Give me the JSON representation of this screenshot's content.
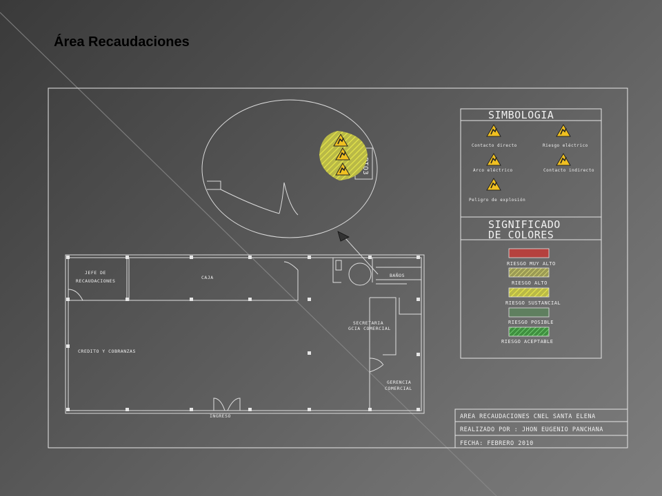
{
  "slide": {
    "title": "Área Recaudaciones"
  },
  "plan": {
    "rooms": {
      "jefe_line1": "JEFE DE",
      "jefe_line2": "RECAUDACIONES",
      "caja": "CAJA",
      "banos": "BAÑOS",
      "secretaria_line1": "SECRETARIA",
      "secretaria_line2": "GCIA COMERCIAL",
      "credito": "CREDITO Y COBRANZAS",
      "gerencia_line1": "GERENCIA",
      "gerencia_line2": "COMERCIAL",
      "ingreso": "INGRESO"
    },
    "detail_tag": "PTO3"
  },
  "legend": {
    "simbologia_title": "SIMBOLOGIA",
    "symbols": [
      {
        "label": "Contacto directo",
        "icon": "direct-contact-icon"
      },
      {
        "label": "Riesgo eléctrico",
        "icon": "electric-risk-icon"
      },
      {
        "label": "Arco eléctrico",
        "icon": "electric-arc-icon"
      },
      {
        "label": "Contacto indirecto",
        "icon": "indirect-contact-icon"
      },
      {
        "label": "Peligro de explosión",
        "icon": "explosion-icon"
      }
    ],
    "significado_line1": "SIGNIFICADO",
    "significado_line2": "DE COLORES",
    "colors": [
      {
        "label": "RIESGO MUY ALTO",
        "color": "#c0504d"
      },
      {
        "label": "RIESGO ALTO",
        "color": "#c9c97a"
      },
      {
        "label": "RIESGO SUSTANCIAL",
        "color": "#d8d86a"
      },
      {
        "label": "RIESGO POSIBLE",
        "color": "#5f7f5f"
      },
      {
        "label": "RIESGO ACEPTABLE",
        "color": "#58b858"
      }
    ]
  },
  "title_block": {
    "line1": "AREA RECAUDACIONES CNEL SANTA ELENA",
    "line2": "REALIZADO POR : JHON EUGENIO PANCHANA",
    "line3": "FECHA: FEBRERO 2010"
  }
}
